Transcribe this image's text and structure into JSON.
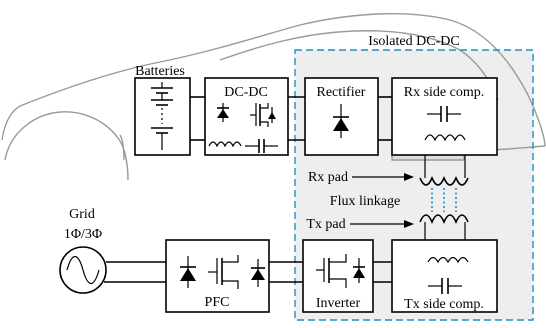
{
  "labels": {
    "batteries": "Batteries",
    "dcdc": "DC-DC",
    "isolated": "Isolated DC-DC",
    "rectifier": "Rectifier",
    "rx_comp": "Rx side comp.",
    "rx_pad": "Rx pad",
    "flux": "Flux linkage",
    "tx_pad": "Tx pad",
    "grid": "Grid",
    "phase": "1Φ/3Φ",
    "pfc": "PFC",
    "inverter": "Inverter",
    "tx_comp": "Tx side comp."
  },
  "colors": {
    "car_outline": "#9a9a9a",
    "isolation_boundary": "#1e8fc8",
    "isolation_fill": "#eeeeee",
    "wheel_fill": "#dedede"
  }
}
